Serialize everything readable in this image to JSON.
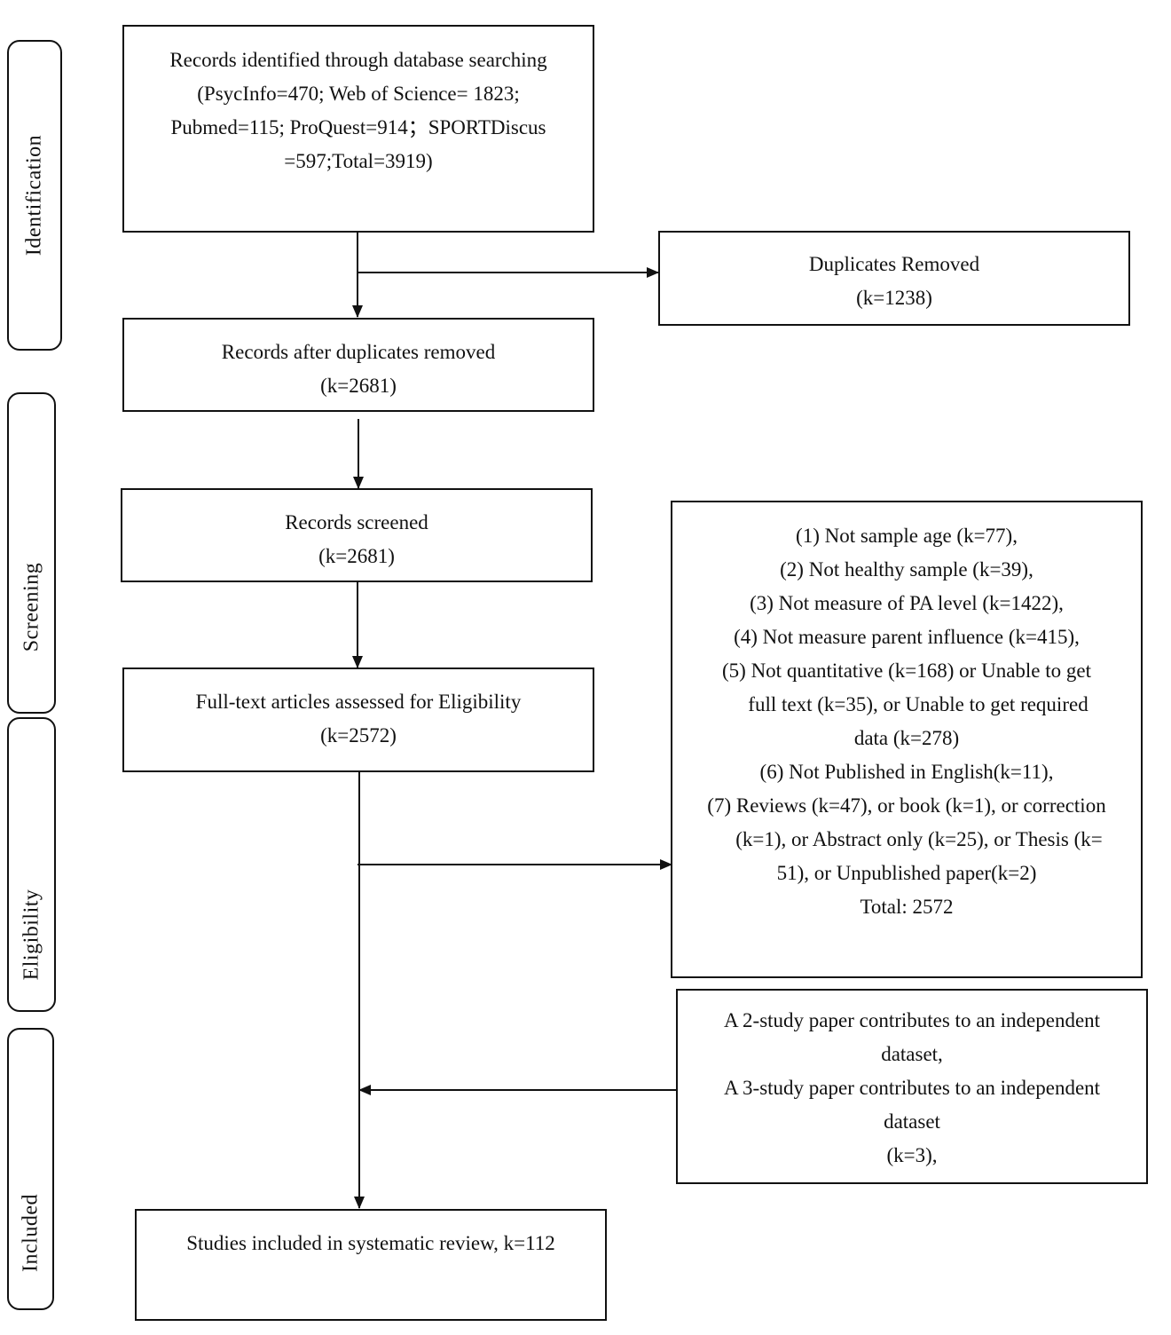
{
  "phases": {
    "identification": "Identification",
    "screening": "Screening",
    "eligibility": "Eligibility",
    "included": "Included"
  },
  "boxes": {
    "records_identified": {
      "lines": [
        "Records identified through database searching",
        "(PsycInfo=470; Web of Science= 1823;",
        "Pubmed=115; ProQuest=914；SPORTDiscus",
        "=597;Total=3919)"
      ]
    },
    "duplicates_removed": {
      "lines": [
        "Duplicates Removed",
        "(k=1238)"
      ]
    },
    "after_duplicates": {
      "lines": [
        "Records after duplicates removed",
        "(k=2681)"
      ]
    },
    "records_screened": {
      "lines": [
        "Records screened",
        "(k=2681)"
      ]
    },
    "full_text": {
      "lines": [
        "Full-text articles assessed for Eligibility",
        "(k=2572)"
      ]
    },
    "exclusions": {
      "lines": [
        "(1)  Not sample age (k=77),",
        "(2)  Not healthy sample (k=39),",
        "(3)  Not measure of PA level (k=1422),",
        "(4)  Not measure parent influence (k=415),",
        "(5)  Not quantitative (k=168) or Unable to get",
        "full text (k=35), or Unable to get required",
        "data (k=278)",
        "(6)  Not Published in English(k=11),",
        "(7)  Reviews (k=47), or book (k=1), or correction",
        "(k=1), or Abstract only (k=25), or Thesis (k=",
        "51), or Unpublished paper(k=2)",
        "Total: 2572"
      ]
    },
    "multi_study": {
      "lines": [
        "A 2-study paper contributes to an independent",
        "dataset,",
        "A 3-study paper contributes to an independent",
        "dataset",
        "(k=3),"
      ]
    },
    "included_studies": {
      "lines": [
        "Studies included in systematic review, k=112"
      ]
    }
  }
}
